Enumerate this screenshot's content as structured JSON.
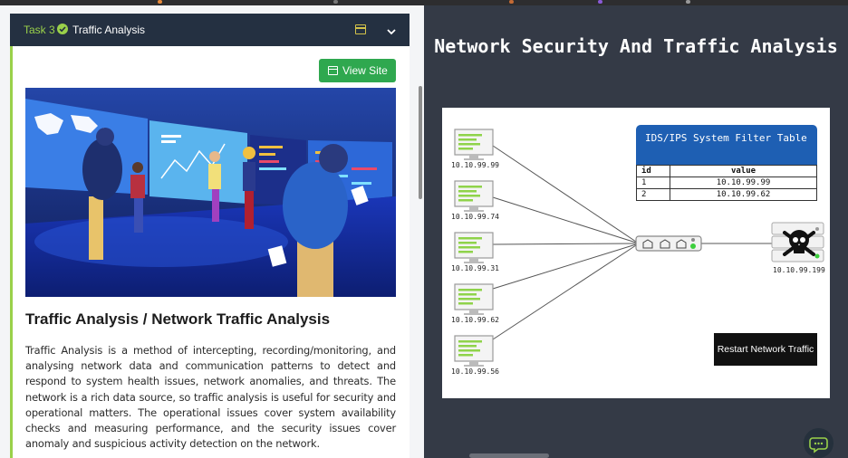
{
  "task": {
    "number_label": "Task 3",
    "title": "Traffic Analysis",
    "view_site_label": "View Site",
    "heading": "Traffic Analysis / Network Traffic Analysis",
    "paragraph": "Traffic Analysis is a method of intercepting, recording/monitoring, and analysing network data and communication patterns to detect and respond to system health issues, network anomalies, and threats. The network is a rich data source, so traffic analysis is useful for security and operational matters. The operational issues cover system availability checks and measuring performance, and the security issues cover anomaly and suspicious activity detection on the network."
  },
  "simulation": {
    "title": "Network Security And Traffic Analysis",
    "hosts": [
      "10.10.99.99",
      "10.10.99.74",
      "10.10.99.31",
      "10.10.99.62",
      "10.10.99.56"
    ],
    "attacker_ip": "10.10.99.199",
    "ids": {
      "title": "IDS/IPS System Filter Table",
      "columns": [
        "id",
        "value"
      ],
      "rows": [
        {
          "id": "1",
          "value": "10.10.99.99"
        },
        {
          "id": "2",
          "value": "10.10.99.62"
        }
      ]
    },
    "restart_label": "Restart Network Traffic"
  },
  "colors": {
    "header_bg": "#243041",
    "accent_green": "#9ad14a",
    "button_green": "#2fa84f",
    "sim_panel_bg": "#343a46",
    "ids_header": "#1e5fb3"
  },
  "icons": [
    "check-circle-icon",
    "calendar-icon",
    "chevron-down-icon",
    "window-icon",
    "skull-icon",
    "chat-icon"
  ]
}
